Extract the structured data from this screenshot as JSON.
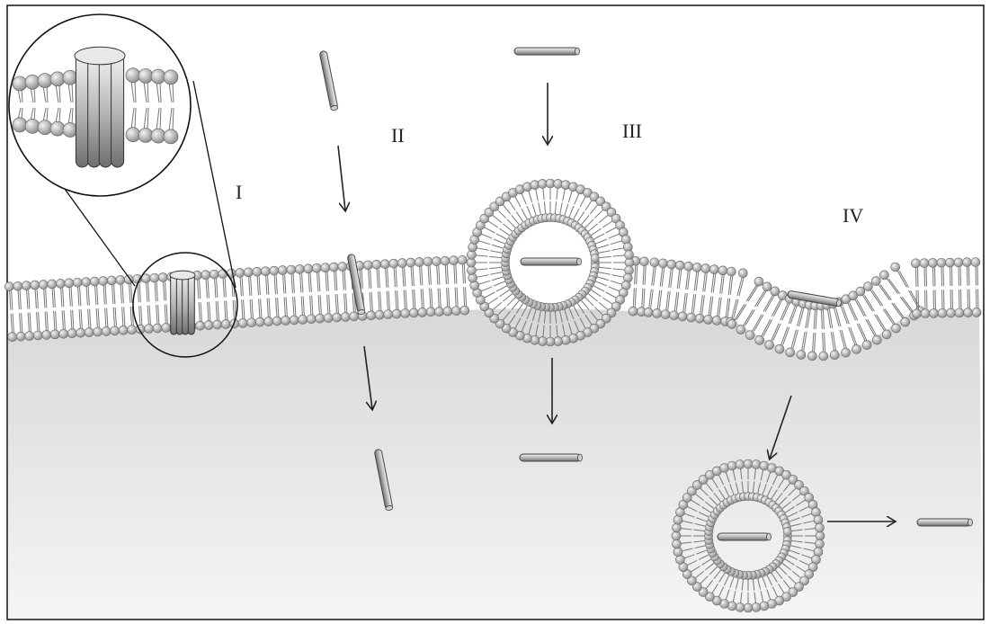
{
  "labels": {
    "stage_1": "I",
    "stage_2": "II",
    "stage_3": "III",
    "stage_4": "IV"
  }
}
